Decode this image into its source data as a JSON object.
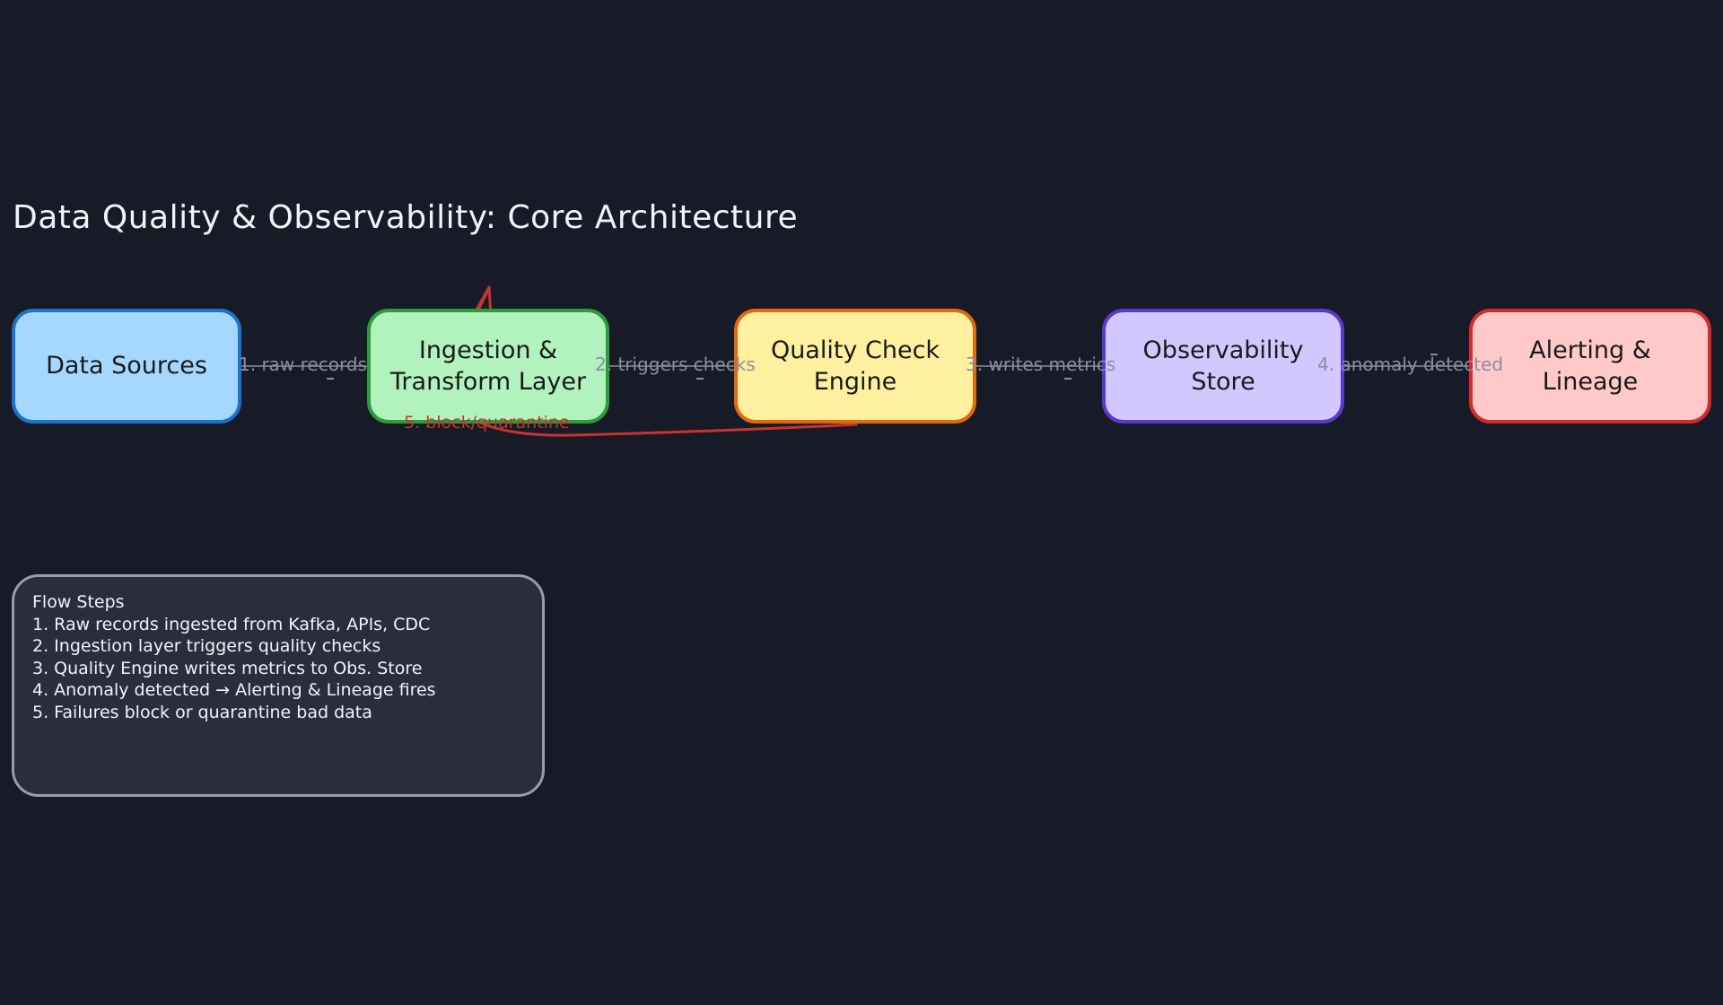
{
  "diagram": {
    "title": "Data Quality & Observability: Core Architecture",
    "nodes": [
      {
        "id": "data-sources",
        "label": "Data Sources",
        "fill": "#a6d8ff",
        "stroke": "#1e73c8"
      },
      {
        "id": "ingestion",
        "label": "Ingestion &\nTransform Layer",
        "fill": "#b1f2bd",
        "stroke": "#2c9a3d"
      },
      {
        "id": "quality-engine",
        "label": "Quality Check\nEngine",
        "fill": "#fff0a0",
        "stroke": "#e06a10"
      },
      {
        "id": "obs-store",
        "label": "Observability\nStore",
        "fill": "#d2c7ff",
        "stroke": "#5a3ac8"
      },
      {
        "id": "alerting",
        "label": "Alerting &\nLineage",
        "fill": "#ffc9c9",
        "stroke": "#d32b2b"
      }
    ],
    "edges": [
      {
        "from": "data-sources",
        "to": "ingestion",
        "label": "1. raw records"
      },
      {
        "from": "ingestion",
        "to": "quality-engine",
        "label": "2. triggers checks"
      },
      {
        "from": "quality-engine",
        "to": "obs-store",
        "label": "3. writes metrics"
      },
      {
        "from": "obs-store",
        "to": "alerting",
        "label": "4. anomaly detected"
      },
      {
        "from": "quality-engine",
        "to": "ingestion",
        "label": "5. block/quarantine",
        "color": "#c8332e"
      }
    ],
    "flow_steps": {
      "heading": "Flow Steps",
      "items": [
        "1. Raw records ingested from Kafka, APIs, CDC",
        "2. Ingestion layer triggers quality checks",
        "3. Quality Engine writes metrics to Obs. Store",
        "4. Anomaly detected → Alerting & Lineage fires",
        "5. Failures block or quarantine bad data"
      ]
    }
  }
}
